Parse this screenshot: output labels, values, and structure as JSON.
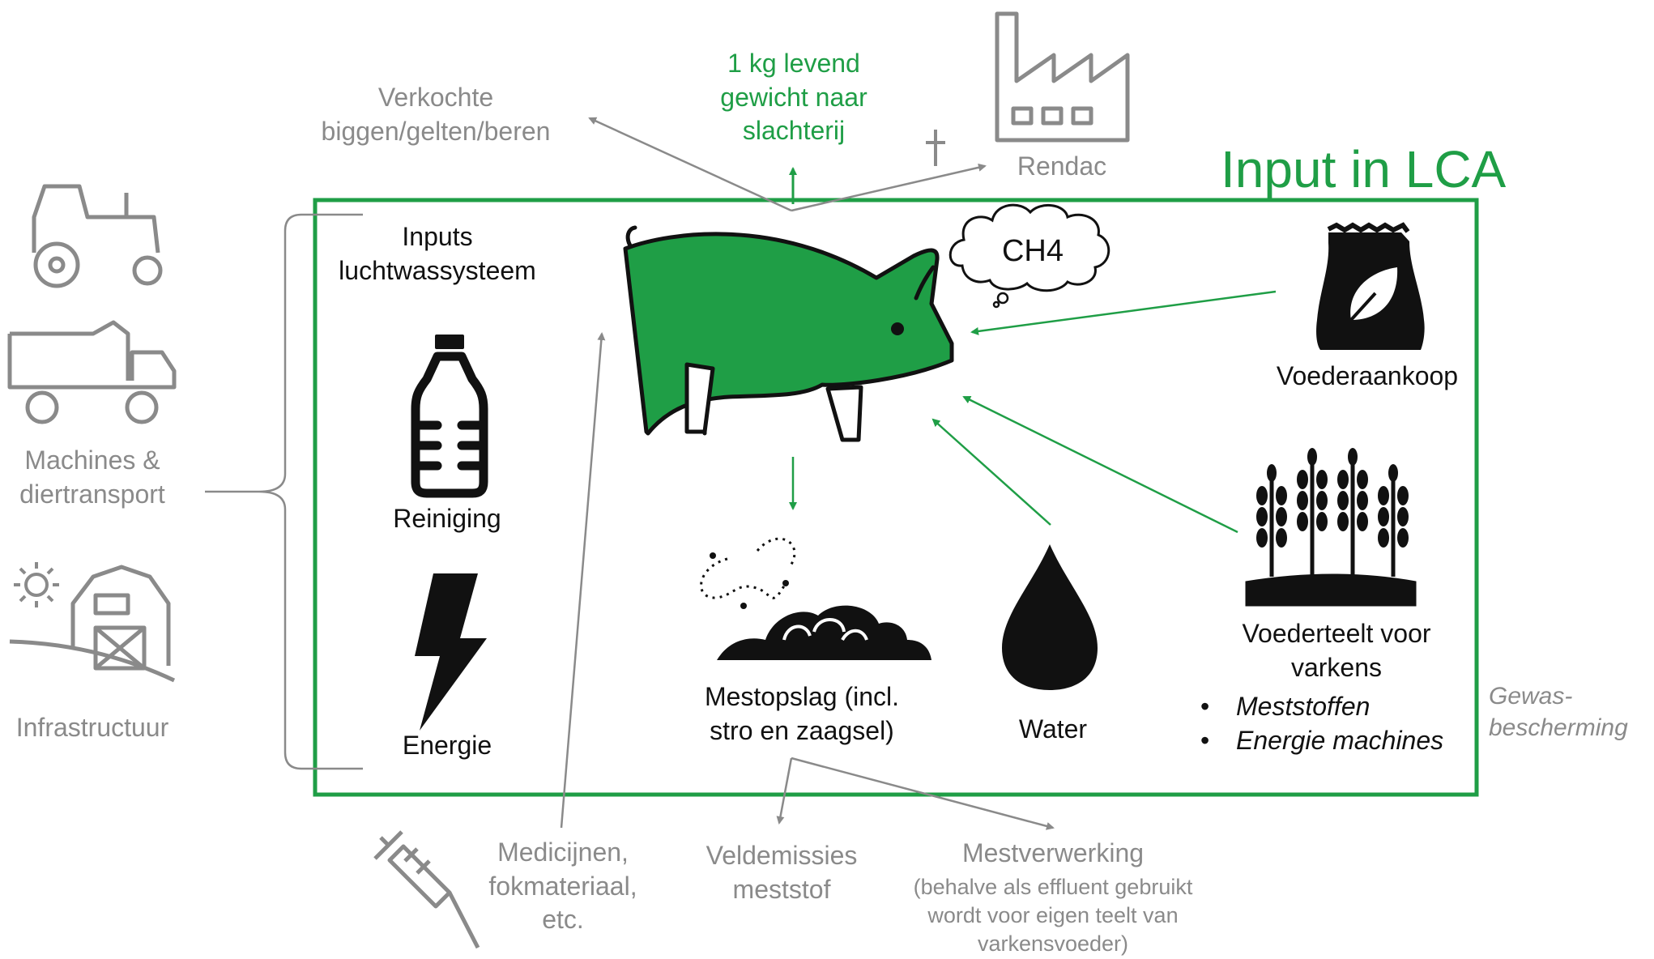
{
  "title": "Input in LCA",
  "output": {
    "slaughter": "1 kg levend\ngewicht naar\nslachterij",
    "sold": "Verkochte\nbiggen/gelten/beren",
    "rendac": "Rendac"
  },
  "left": {
    "machines": "Machines &\ndiertransport",
    "infra": "Infrastructuur"
  },
  "inside": {
    "inputs": "Inputs\nluchtwassysteem",
    "cleaning": "Reiniging",
    "energy": "Energie",
    "ch4": "CH4",
    "feed_purchase": "Voederaankoop",
    "manure": "Mestopslag (incl.\nstro en zaagsel)",
    "water": "Water",
    "crops": "Voederteelt voor\nvarkens",
    "crops_bullets": [
      "Meststoffen",
      "Energie machines"
    ]
  },
  "outside": {
    "crop_protection": "Gewas-\nbescherming",
    "medicines": "Medicijnen,\nfokmateriaal,\netc.",
    "field": "Veldemissies\nmeststof",
    "processing": "Mestverwerking",
    "processing_note": "(behalve als effluent gebruikt\nwordt voor eigen teelt van\nvarkensvoeder)"
  },
  "colors": {
    "accent": "#1f9e46",
    "muted": "#8a8a8a",
    "ink": "#111111"
  },
  "icons": [
    "factory-icon",
    "cross-icon",
    "tractor-icon",
    "truck-icon",
    "sun-icon",
    "barn-icon",
    "bottle-icon",
    "lightning-icon",
    "pig-icon",
    "cloud-icon",
    "feed-bag-icon",
    "wheat-icon",
    "water-drop-icon",
    "manure-icon",
    "syringe-icon"
  ]
}
